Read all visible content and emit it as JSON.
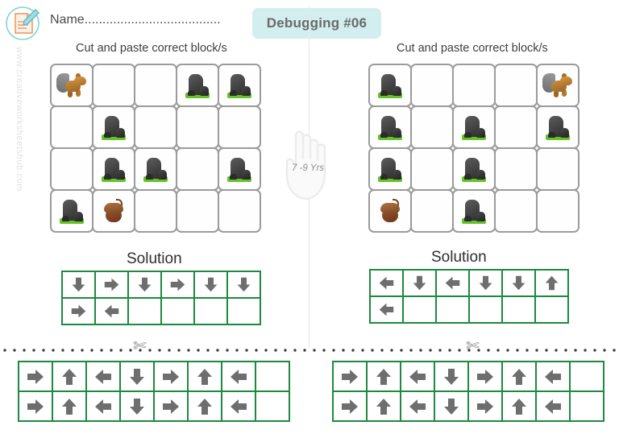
{
  "watermark": "www.creativeworksheetshub.com",
  "logo_icon": "document-pencil-logo-icon",
  "header": {
    "name_label": "Name......................................",
    "title": "Debugging #06"
  },
  "age_badge": {
    "hand_icon": "pointing-hand-icon",
    "label": "7 -9 Yrs"
  },
  "colors": {
    "badge_background": "#d3eeee",
    "badge_text": "#6a6a6a",
    "grid_border": "#9b9b9b",
    "arrow_grid_border": "#1d8a3f",
    "arrow_fill": "#6e6e6e",
    "grass": "#63c327",
    "rock": "#484848",
    "acorn": "#8a4a22"
  },
  "left_panel": {
    "subtitle": "Cut and paste correct block/s",
    "maze": {
      "columns": 5,
      "rows": 4,
      "cells": [
        [
          "squirrel",
          "",
          "",
          "rock",
          "rock"
        ],
        [
          "",
          "rock",
          "",
          "",
          ""
        ],
        [
          "",
          "rock",
          "rock",
          "",
          "rock"
        ],
        [
          "rock",
          "acorn",
          "",
          "",
          ""
        ]
      ]
    },
    "solution": {
      "title": "Solution",
      "columns": 6,
      "rows": 2,
      "cells": [
        [
          "down",
          "right",
          "down",
          "right",
          "down",
          "down"
        ],
        [
          "right",
          "left",
          "",
          "",
          "",
          ""
        ]
      ]
    },
    "cutout_strip": {
      "columns": 8,
      "rows": 2,
      "cells": [
        [
          "right",
          "up",
          "left",
          "down",
          "right",
          "up",
          "left",
          ""
        ],
        [
          "right",
          "up",
          "left",
          "down",
          "right",
          "up",
          "left",
          ""
        ]
      ]
    }
  },
  "right_panel": {
    "subtitle": "Cut and paste correct block/s",
    "maze": {
      "columns": 5,
      "rows": 4,
      "cells": [
        [
          "rock",
          "",
          "",
          "",
          "squirrel"
        ],
        [
          "rock",
          "",
          "rock",
          "",
          "rock"
        ],
        [
          "rock",
          "",
          "rock",
          "",
          ""
        ],
        [
          "acorn",
          "",
          "rock",
          "",
          ""
        ]
      ]
    },
    "solution": {
      "title": "Solution",
      "columns": 6,
      "rows": 2,
      "cells": [
        [
          "left",
          "down",
          "left",
          "down",
          "down",
          "up"
        ],
        [
          "left",
          "",
          "",
          "",
          "",
          ""
        ]
      ]
    },
    "cutout_strip": {
      "columns": 8,
      "rows": 2,
      "cells": [
        [
          "right",
          "up",
          "left",
          "down",
          "right",
          "up",
          "left",
          ""
        ],
        [
          "right",
          "up",
          "left",
          "down",
          "right",
          "up",
          "left",
          ""
        ]
      ]
    }
  },
  "cut_line": {
    "scissors_icon": "scissors-icon"
  }
}
